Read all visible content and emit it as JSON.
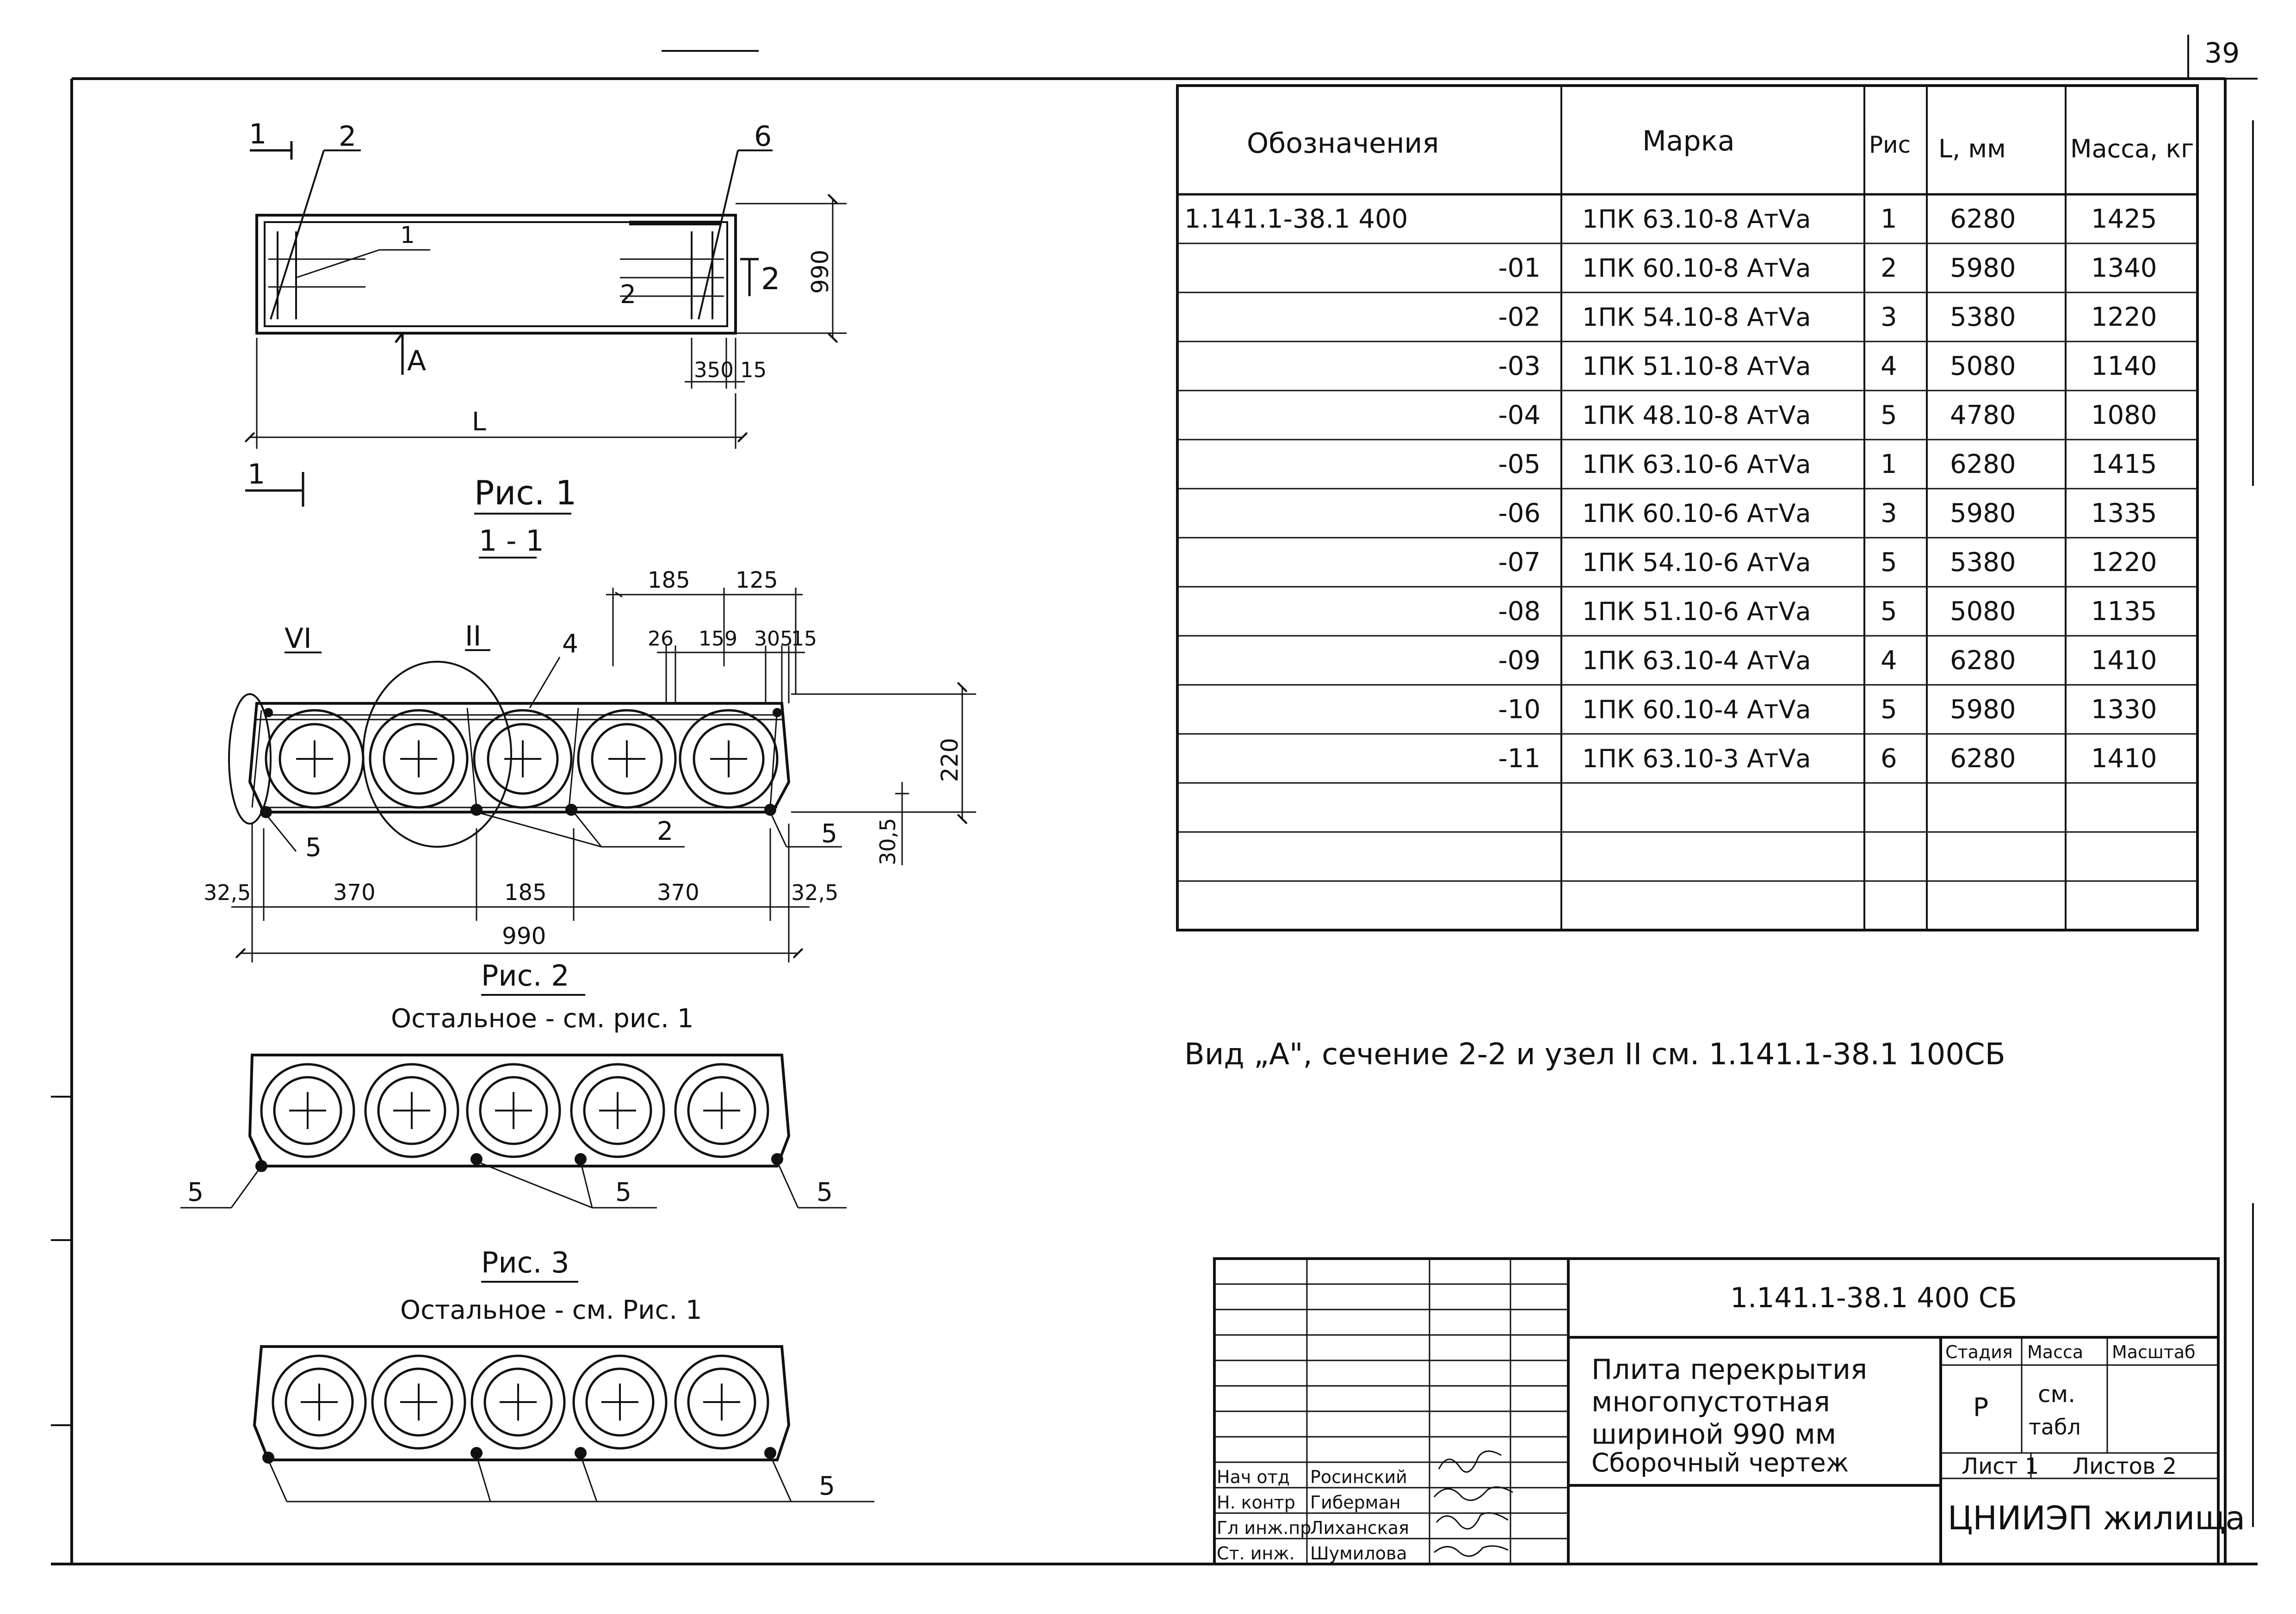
{
  "sheet_number": "39",
  "fig1": {
    "cut_label_left": "1",
    "callout_1": "1",
    "callout_2": "2",
    "callout_2b": "2",
    "callout_6": "6",
    "section_mark": "2",
    "view_mark": "A",
    "dim_height": "990",
    "dim_350": "350",
    "dim_15": "15",
    "dim_length": "L",
    "caption": "Рис. 1",
    "section_caption": "1 - 1"
  },
  "section11": {
    "node_vi": "VI",
    "node_ii": "II",
    "callout_4": "4",
    "callout_5a": "5",
    "callout_2": "2",
    "callout_5b": "5",
    "dim_top": [
      "185",
      "125"
    ],
    "dim_second": [
      "26",
      "159",
      "305",
      "15"
    ],
    "dim_height": "220",
    "dim_side": "30,5",
    "dim_bottom": [
      "32,5",
      "370",
      "185",
      "370",
      "32,5"
    ],
    "dim_total": "990"
  },
  "fig2": {
    "caption": "Рис. 2",
    "subcaption": "Остальное - см. рис. 1",
    "callouts": [
      "5",
      "5",
      "5"
    ]
  },
  "fig3": {
    "caption": "Рис. 3",
    "subcaption": "Остальное - см. Рис. 1",
    "callouts": [
      "5"
    ]
  },
  "table": {
    "headers": [
      "Обозначения",
      "Марка",
      "Рис",
      "L, мм",
      "Масса, кг"
    ],
    "rows": [
      [
        "1.141.1-38.1 400",
        "1ПК 63.10-8 АтVа",
        "1",
        "6280",
        "1425"
      ],
      [
        "-01",
        "1ПК 60.10-8 АтVа",
        "2",
        "5980",
        "1340"
      ],
      [
        "-02",
        "1ПК 54.10-8 АтVа",
        "3",
        "5380",
        "1220"
      ],
      [
        "-03",
        "1ПК 51.10-8 АтVа",
        "4",
        "5080",
        "1140"
      ],
      [
        "-04",
        "1ПК 48.10-8 АтVа",
        "5",
        "4780",
        "1080"
      ],
      [
        "-05",
        "1ПК 63.10-6 АтVа",
        "1",
        "6280",
        "1415"
      ],
      [
        "-06",
        "1ПК 60.10-6 АтVа",
        "3",
        "5980",
        "1335"
      ],
      [
        "-07",
        "1ПК 54.10-6 АтVа",
        "5",
        "5380",
        "1220"
      ],
      [
        "-08",
        "1ПК 51.10-6 АтVа",
        "5",
        "5080",
        "1135"
      ],
      [
        "-09",
        "1ПК 63.10-4 АтVа",
        "4",
        "6280",
        "1410"
      ],
      [
        "-10",
        "1ПК 60.10-4 АтVа",
        "5",
        "5980",
        "1330"
      ],
      [
        "-11",
        "1ПК 63.10-3 АтVа",
        "6",
        "6280",
        "1410"
      ]
    ]
  },
  "note": "Вид „А\", сечение 2-2 и узел II см. 1.141.1-38.1 100СБ",
  "title_block": {
    "code": "1.141.1-38.1   400 СБ",
    "title_lines": [
      "Плита перекрытия",
      "многопустотная",
      "шириной 990 мм",
      "Сборочный чертеж"
    ],
    "stage_header": "Стадия",
    "mass_header": "Масса",
    "scale_header": "Масштаб",
    "stage_value": "Р",
    "mass_value_1": "см.",
    "mass_value_2": "табл",
    "sheet_label": "Лист 1",
    "sheets_label": "Листов 2",
    "org": "ЦНИИЭП жилища",
    "signatures": [
      {
        "role": "Нач отд",
        "name": "Росинский"
      },
      {
        "role": "Н. контр",
        "name": "Гиберман"
      },
      {
        "role": "Гл инж.пр",
        "name": "Лиханская"
      },
      {
        "role": "Ст. инж.",
        "name": "Шумилова"
      }
    ]
  },
  "colors": {
    "ink": "#111111",
    "paper": "#ffffff"
  }
}
